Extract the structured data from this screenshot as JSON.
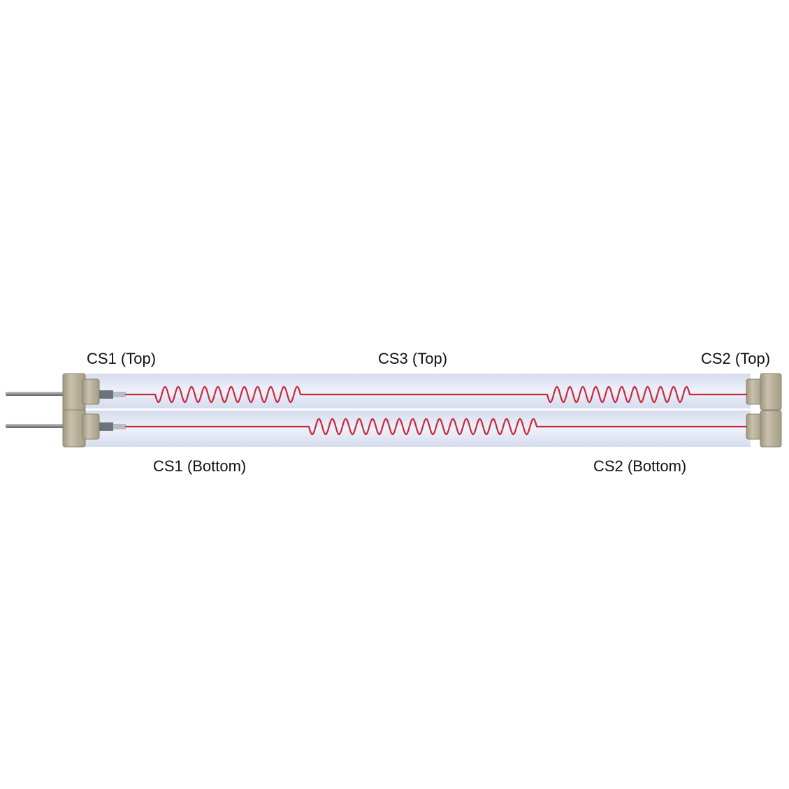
{
  "labels": {
    "cs1_top": "CS1 (Top)",
    "cs3_top": "CS3 (Top)",
    "cs2_top": "CS2 (Top)",
    "cs1_bottom": "CS1 (Bottom)",
    "cs2_bottom": "CS2 (Bottom)"
  },
  "colors": {
    "filament": "#c8283a",
    "tube": "#e3e8f5",
    "end_cap": "#b3aa94",
    "terminal_pin": "#9aa0a6"
  }
}
